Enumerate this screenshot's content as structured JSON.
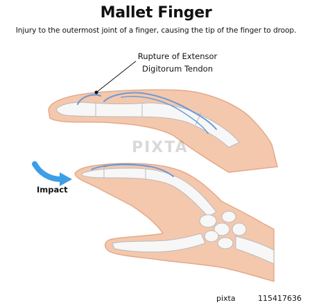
{
  "title": "Mallet Finger",
  "subtitle": "Injury to the outermost joint of a finger, causing the tip of the finger to droop.",
  "labels": {
    "rupture_line1": "Rupture of Extensor",
    "rupture_line2": "Digitorum Tendon",
    "impact": "Impact"
  },
  "watermark": "PIXTA",
  "credit": {
    "brand": "pixta",
    "image_id": "115417636"
  },
  "colors": {
    "skin": "#f4c8ad",
    "skin_outline": "#e3a98a",
    "bone": "#f7f7f7",
    "bone_outline": "#b9b9b9",
    "tendon": "#6b9bd8",
    "arrow": "#3d9ee8"
  }
}
